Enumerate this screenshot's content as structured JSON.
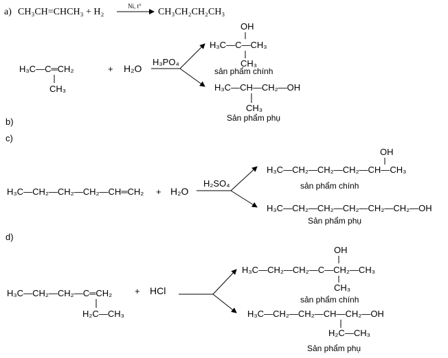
{
  "section_a": {
    "label": "a)",
    "reactant": "CH₃CH=CHCH₃ + H₂",
    "condition": "Ni, t°",
    "product": "CH₃CH₂CH₂CH₃"
  },
  "section_b": {
    "label": "b)",
    "reactant": {
      "top": "",
      "main": "H₃C—C═CH₂",
      "bottom": "CH₃"
    },
    "plus": "+",
    "reagent": "H₂O",
    "catalyst": "H₃PO₄",
    "main_product": {
      "top": "OH",
      "main": "H₃C—C—CH₃",
      "bottom": "CH₃",
      "label": "sản phẩm chính"
    },
    "side_product": {
      "main": "H₃C—CH—CH₂—OH",
      "bottom": "CH₃",
      "label": "Sản phẩm phụ"
    }
  },
  "section_c": {
    "label": "c)",
    "reactant": "H₃C—CH₂—CH₂—CH₂—CH═CH₂",
    "plus": "+",
    "reagent": "H₂O",
    "catalyst": "H₂SO₄",
    "main_product": {
      "top": "OH",
      "main": "H₃C—CH₂—CH₂—CH₂—CH—CH₃",
      "label": "sản phẩm chính"
    },
    "side_product": {
      "main": "H₃C—CH₂—CH₂—CH₂—CH₂—CH₂—OH",
      "label": "Sản phẩm phụ"
    }
  },
  "section_d": {
    "label": "d)",
    "reactant": {
      "main": "H₃C—CH₂—CH₂—C═CH₂",
      "bottom": "H₂C—CH₃"
    },
    "plus": "+",
    "reagent": "HCl",
    "main_product": {
      "top": "OH",
      "main": "H₃C—CH₂—CH₂—C—CH₂—CH₃",
      "bottom": "CH₃",
      "label": "sản phẩm chính"
    },
    "side_product": {
      "main": "H₃C—CH₂—CH₂—CH—CH₂—OH",
      "bottom": "H₂C—CH₃",
      "label": "Sản phẩm phụ"
    }
  }
}
